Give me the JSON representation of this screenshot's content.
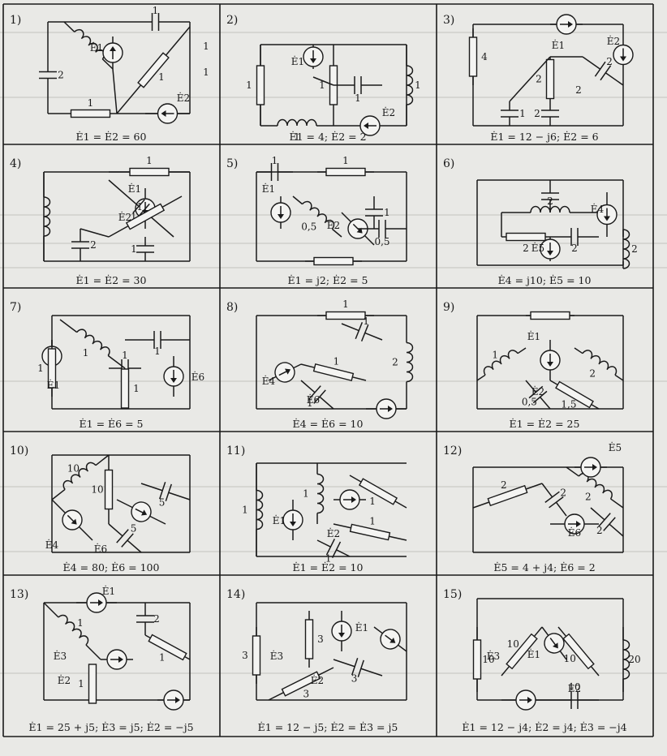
{
  "cells": [
    {
      "number": "1)",
      "equation": "Ė1 = Ė2 = 60",
      "values": [
        "1",
        "1",
        "2",
        "1",
        "1",
        "1"
      ],
      "sources": [
        "Ė1",
        "Ė2"
      ]
    },
    {
      "number": "2)",
      "equation": "Ė1 = 4;  Ė2 = 2",
      "values": [
        "1",
        "1",
        "1",
        "1",
        "1"
      ],
      "sources": [
        "Ė1",
        "Ė2"
      ]
    },
    {
      "number": "3)",
      "equation": "Ė1 = 12 − j6;  Ė2 = 6",
      "values": [
        "4",
        "2",
        "2",
        "2",
        "1",
        "2"
      ],
      "sources": [
        "Ė1",
        "Ė2"
      ]
    },
    {
      "number": "4)",
      "equation": "Ė1 = Ė2 = 30",
      "values": [
        "1",
        "1",
        "1",
        "1",
        "2"
      ],
      "sources": [
        "Ė1",
        "Ė2"
      ]
    },
    {
      "number": "5)",
      "equation": "Ė1 = j2;  Ė2 = 5",
      "values": [
        "1",
        "1",
        "1",
        "0,5",
        "0,5"
      ],
      "sources": [
        "Ė1",
        "Ė2"
      ]
    },
    {
      "number": "6)",
      "equation": "Ė4 = j10;  Ė5 = 10",
      "values": [
        "2",
        "2",
        "2",
        "2"
      ],
      "sources": [
        "Ė4",
        "Ė5"
      ]
    },
    {
      "number": "7)",
      "equation": "Ė1 = Ė6 = 5",
      "values": [
        "1",
        "1",
        "1",
        "1",
        "1"
      ],
      "sources": [
        "Ė1",
        "Ė6"
      ]
    },
    {
      "number": "8)",
      "equation": "Ė4 = Ė6 = 10",
      "values": [
        "1",
        "1",
        "1",
        "2",
        "1"
      ],
      "sources": [
        "Ė4",
        "Ė6"
      ]
    },
    {
      "number": "9)",
      "equation": "Ė1 = Ė2 = 25",
      "values": [
        "1",
        "0,5",
        "1,5",
        "2"
      ],
      "sources": [
        "Ė1",
        "Ė2"
      ]
    },
    {
      "number": "10)",
      "equation": "Ė4 = 80;  Ė6 = 100",
      "values": [
        "10",
        "10",
        "5",
        "5"
      ],
      "sources": [
        "Ė4",
        "Ė6"
      ]
    },
    {
      "number": "11)",
      "equation": "Ė1 = Ė2 = 10",
      "values": [
        "1",
        "1",
        "1",
        "1",
        "1"
      ],
      "sources": [
        "Ė1",
        "Ė2"
      ]
    },
    {
      "number": "12)",
      "equation": "Ė5 = 4 + j4;  Ė6 = 2",
      "values": [
        "2",
        "2",
        "2",
        "2"
      ],
      "sources": [
        "Ė5",
        "Ė6"
      ]
    },
    {
      "number": "13)",
      "equation": "Ė1 = 25 + j5;  Ė3 = j5;  Ė2 = −j5",
      "values": [
        "1",
        "2",
        "1",
        "1"
      ],
      "sources": [
        "Ė1",
        "Ė2",
        "Ė3"
      ]
    },
    {
      "number": "14)",
      "equation": "Ė1 = 12 − j5;  Ė2 = Ė3 = j5",
      "values": [
        "3",
        "3",
        "3",
        "3"
      ],
      "sources": [
        "Ė1",
        "Ė2",
        "Ė3"
      ]
    },
    {
      "number": "15)",
      "equation": "Ė1 = 12 − j4;  Ė2 = j4;  Ė3 = −j4",
      "values": [
        "10",
        "10",
        "10",
        "20",
        "10"
      ],
      "sources": [
        "Ė1",
        "Ė2",
        "Ė3"
      ]
    }
  ]
}
